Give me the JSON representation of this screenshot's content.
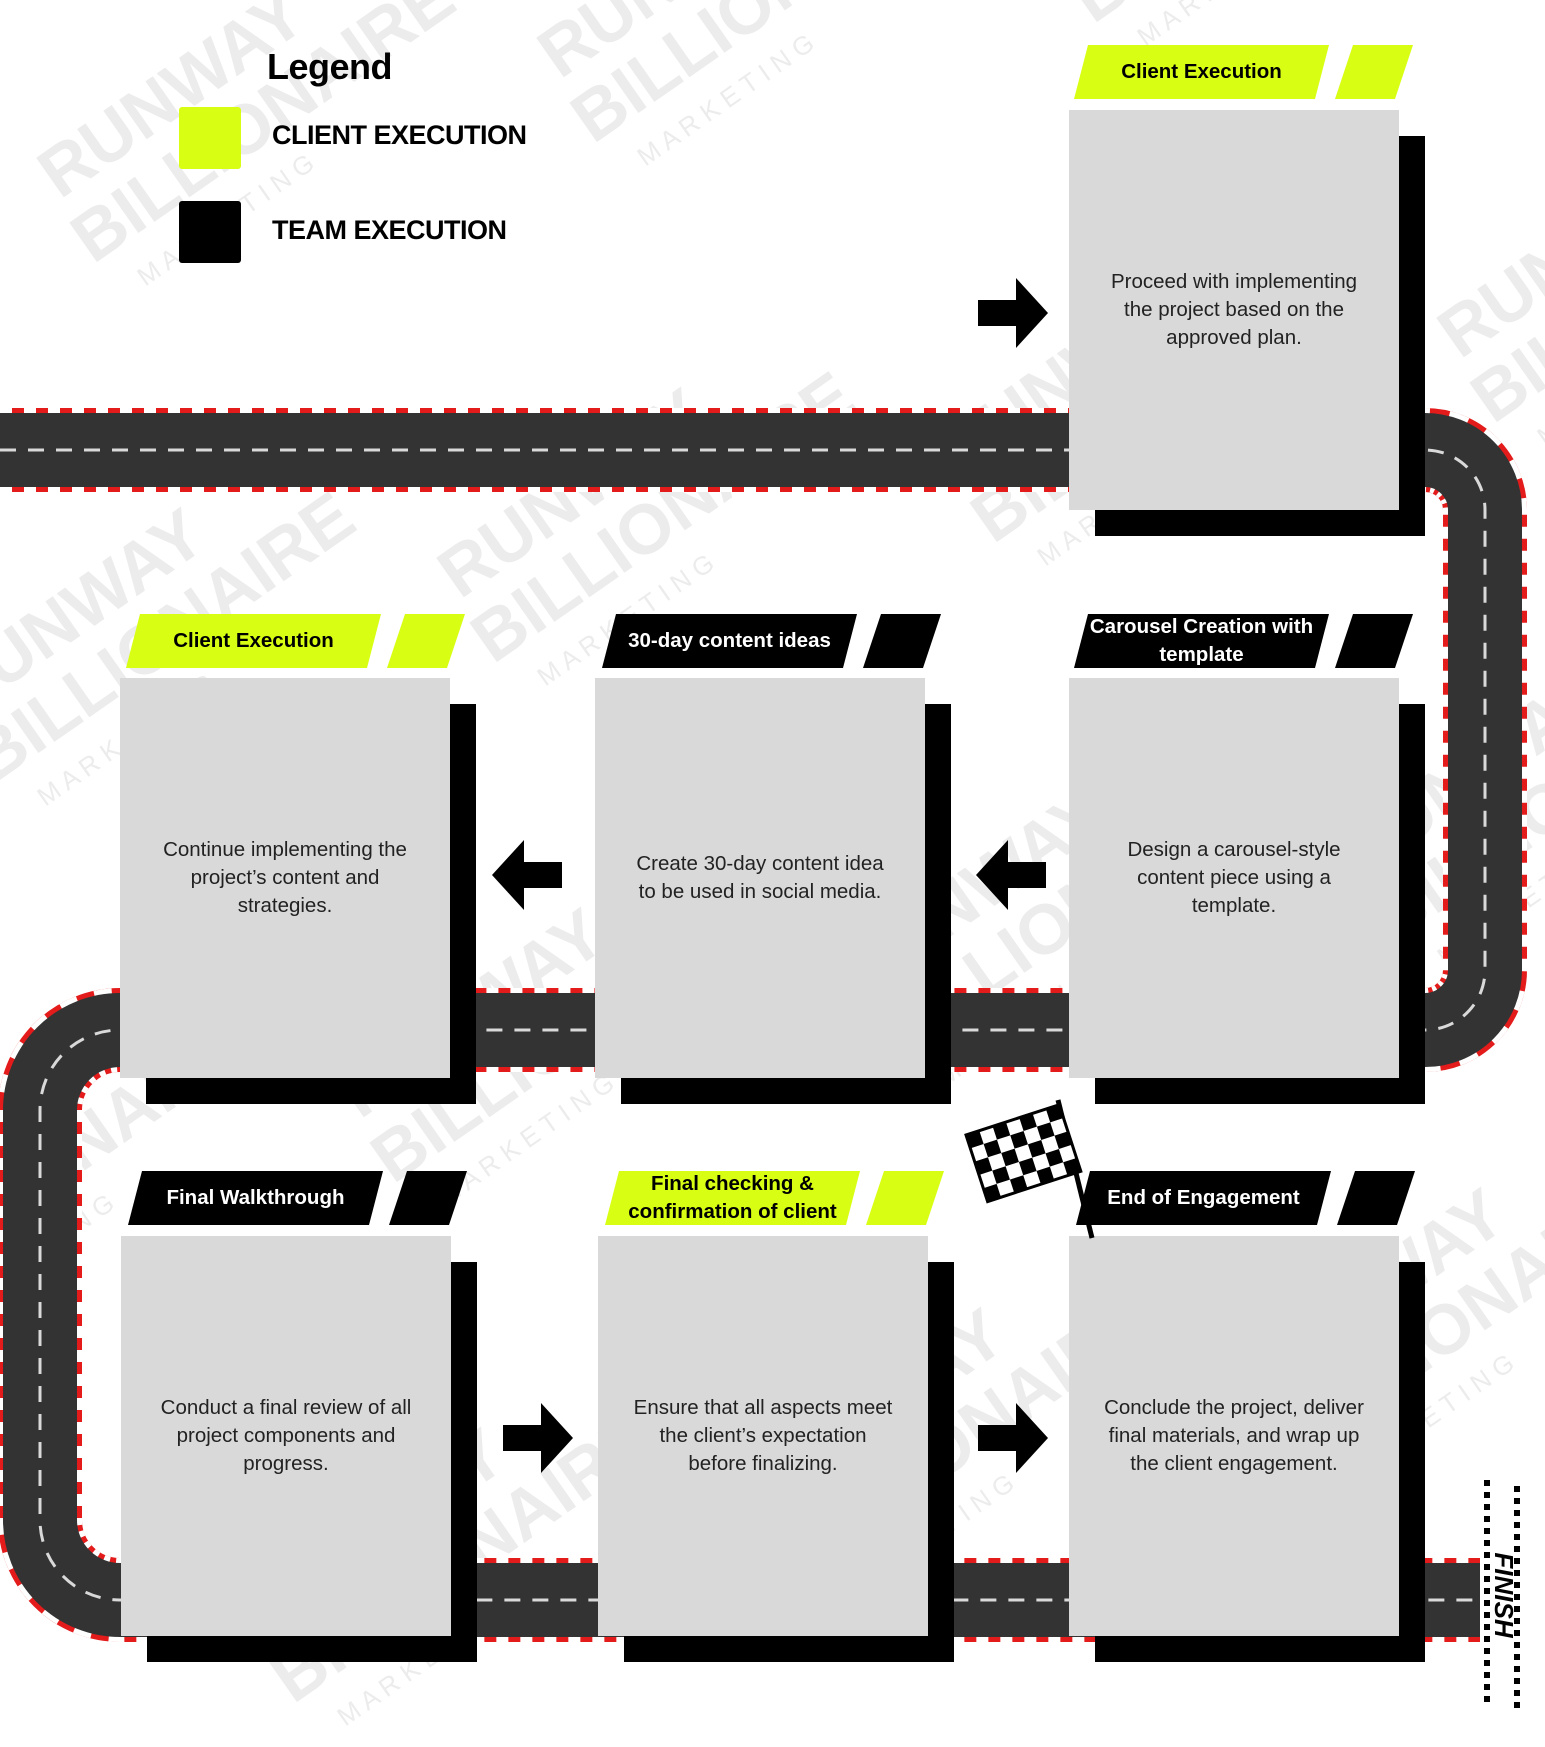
{
  "colors": {
    "client": "#d8ff13",
    "team": "#000000",
    "card": "#d9d9d9",
    "track": "#333333",
    "kerb_red": "#e41b1b"
  },
  "legend": {
    "title": "Legend",
    "items": [
      {
        "label": "CLIENT EXECUTION",
        "type": "client"
      },
      {
        "label": "TEAM EXECUTION",
        "type": "team"
      }
    ]
  },
  "steps": [
    {
      "tag": "Client Execution",
      "type": "client",
      "text": "Proceed with implementing the project based on the approved plan."
    },
    {
      "tag": "Carousel Creation with template",
      "type": "team",
      "text": "Design a carousel-style content piece using a template."
    },
    {
      "tag": "30-day content ideas",
      "type": "team",
      "text": "Create 30-day content idea to be used in social media."
    },
    {
      "tag": "Client Execution",
      "type": "client",
      "text": "Continue implementing the project’s content and strategies."
    },
    {
      "tag": "Final Walkthrough",
      "type": "team",
      "text": "Conduct a final review of all project components and progress."
    },
    {
      "tag": "Final checking & confirmation of client",
      "type": "client",
      "text": "Ensure that all aspects meet the client’s expectation before finalizing."
    },
    {
      "tag": "End of Engagement",
      "type": "team",
      "text": "Conclude the project, deliver final materials, and wrap up the client engagement."
    }
  ],
  "watermark": {
    "brand_top": "RUNWAY",
    "brand_bottom": "BILLIONAIRE",
    "sub": "M A R K E T I N G"
  },
  "finish_label": "FINISH",
  "icons": {
    "arrow": "arrow-icon",
    "flag": "checkered-flag-icon"
  }
}
